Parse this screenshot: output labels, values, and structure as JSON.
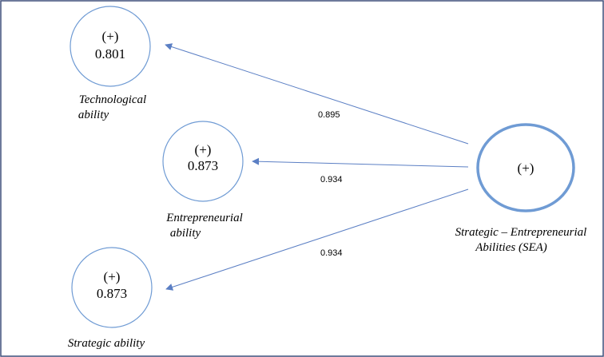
{
  "diagram": {
    "nodes": {
      "technological": {
        "sign": "(+)",
        "value": "0.801",
        "label_line1": "Technological",
        "label_line2": "ability"
      },
      "entrepreneurial": {
        "sign": "(+)",
        "value": "0.873",
        "label_line1": "Entrepreneurial",
        "label_line2": "ability"
      },
      "strategic": {
        "sign": "(+)",
        "value": "0.873",
        "label_line1": "Strategic ability"
      },
      "sea": {
        "sign": "(+)",
        "label_line1": "Strategic – Entrepreneurial",
        "label_line2": "Abilities (SEA)"
      }
    },
    "edges": {
      "sea_to_technological": "0.895",
      "sea_to_entrepreneurial": "0.934",
      "sea_to_strategic": "0.934"
    },
    "colors": {
      "node_stroke": "#6f9bd4",
      "edge_stroke": "#5b7fc4",
      "frame": "#3e4f7a"
    }
  }
}
